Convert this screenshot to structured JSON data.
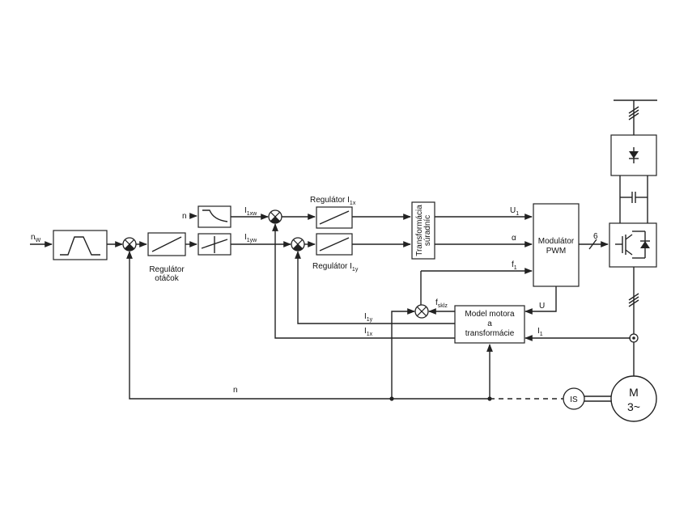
{
  "signals": {
    "nw": "n",
    "nw_sub": "W",
    "n_in": "n",
    "i1xw": "I",
    "i1xw_sub": "1xw",
    "i1yw": "I",
    "i1yw_sub": "1yw",
    "u1": "U",
    "u1_sub": "1",
    "alpha": "α",
    "f1": "f",
    "f1_sub": "1",
    "six": "6",
    "fsklz": "f",
    "fsklz_sub": "sklz",
    "u": "U",
    "i1y": "I",
    "i1y_sub": "1y",
    "i1x": "I",
    "i1x_sub": "1x",
    "i1": "I",
    "i1_sub": "1",
    "n_fb": "n"
  },
  "blocks": {
    "reg_speed_line1": "Regulátor",
    "reg_speed_line2": "otáčok",
    "reg_i1x": "Regulátor I",
    "reg_i1x_sub": "1x",
    "reg_i1y": "Regulátor I",
    "reg_i1y_sub": "1y",
    "transform_line1": "Transformácia",
    "transform_line2": "súradníc",
    "pwm_line1": "Modulátor",
    "pwm_line2": "PWM",
    "model_line1": "Model motora",
    "model_line2": "a",
    "model_line3": "transformácie",
    "motor_line1": "M",
    "motor_line2": "3~",
    "encoder": "IS"
  }
}
